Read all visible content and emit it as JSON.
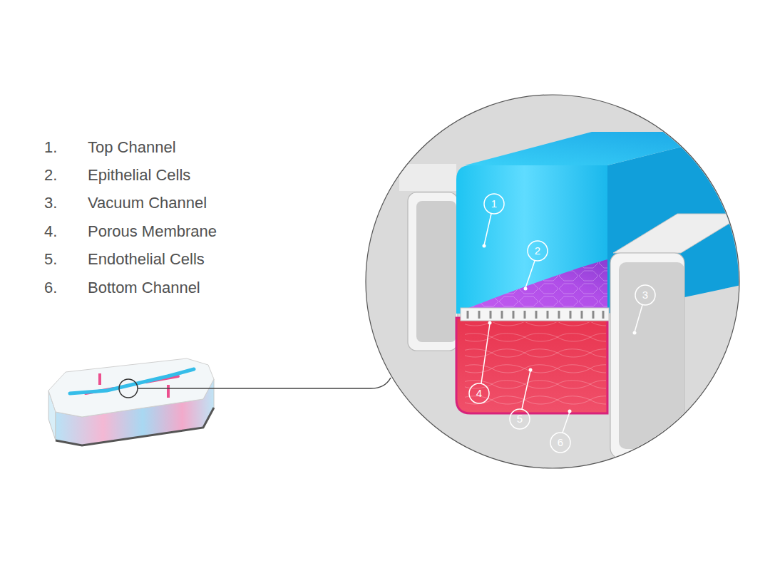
{
  "diagram": {
    "labels": [
      "1.",
      "Top Channel",
      "2.",
      "Epithelial Cells",
      "3.",
      "Vacuum Channel",
      "4.",
      "Porous Membrane",
      "5.",
      "Endothelial Cells",
      "6.",
      "Bottom Channel",
      "1",
      "2",
      "3",
      "4",
      "5",
      "6"
    ]
  }
}
